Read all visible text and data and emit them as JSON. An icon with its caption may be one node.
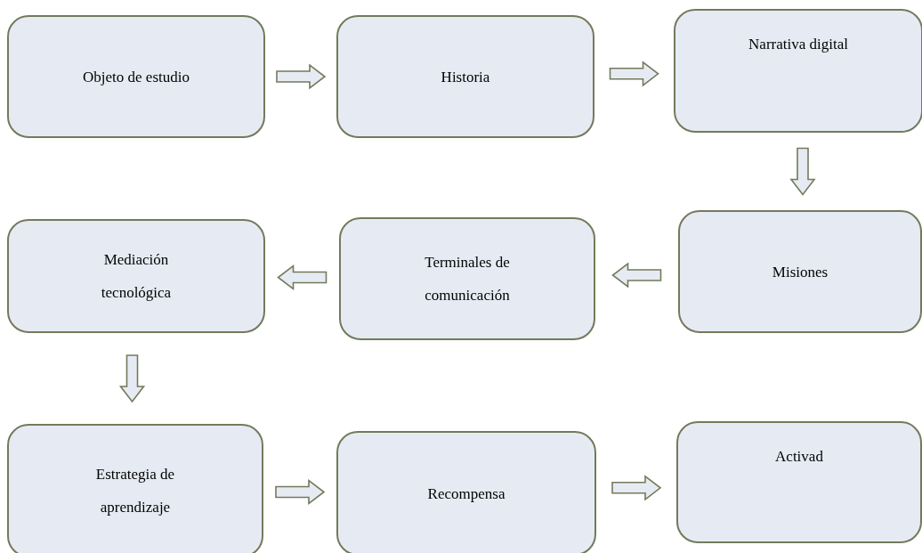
{
  "diagram": {
    "nodes": [
      {
        "text": [
          "Objeto de estudio"
        ]
      },
      {
        "text": [
          "Historia"
        ]
      },
      {
        "text": [
          "Narrativa digital"
        ]
      },
      {
        "text": [
          "Misiones"
        ]
      },
      {
        "text": [
          "Terminales de comunicación"
        ]
      },
      {
        "text": [
          "Mediación tecnológica"
        ]
      },
      {
        "text": [
          "Estrategia de aprendizaje"
        ]
      },
      {
        "text": [
          "Recompensa"
        ]
      },
      {
        "text": [
          "Activad"
        ]
      }
    ],
    "edges": [
      {
        "from": 0,
        "to": 1,
        "arrow": "to"
      },
      {
        "from": 1,
        "to": 2,
        "arrow": "to"
      },
      {
        "from": 2,
        "to": 3,
        "arrow": "to"
      },
      {
        "from": 3,
        "to": 4,
        "arrow": "to"
      },
      {
        "from": 4,
        "to": 5,
        "arrow": "to"
      },
      {
        "from": 5,
        "to": 6,
        "arrow": "to"
      },
      {
        "from": 6,
        "to": 7,
        "arrow": "to"
      },
      {
        "from": 7,
        "to": 8,
        "arrow": "to"
      }
    ]
  }
}
